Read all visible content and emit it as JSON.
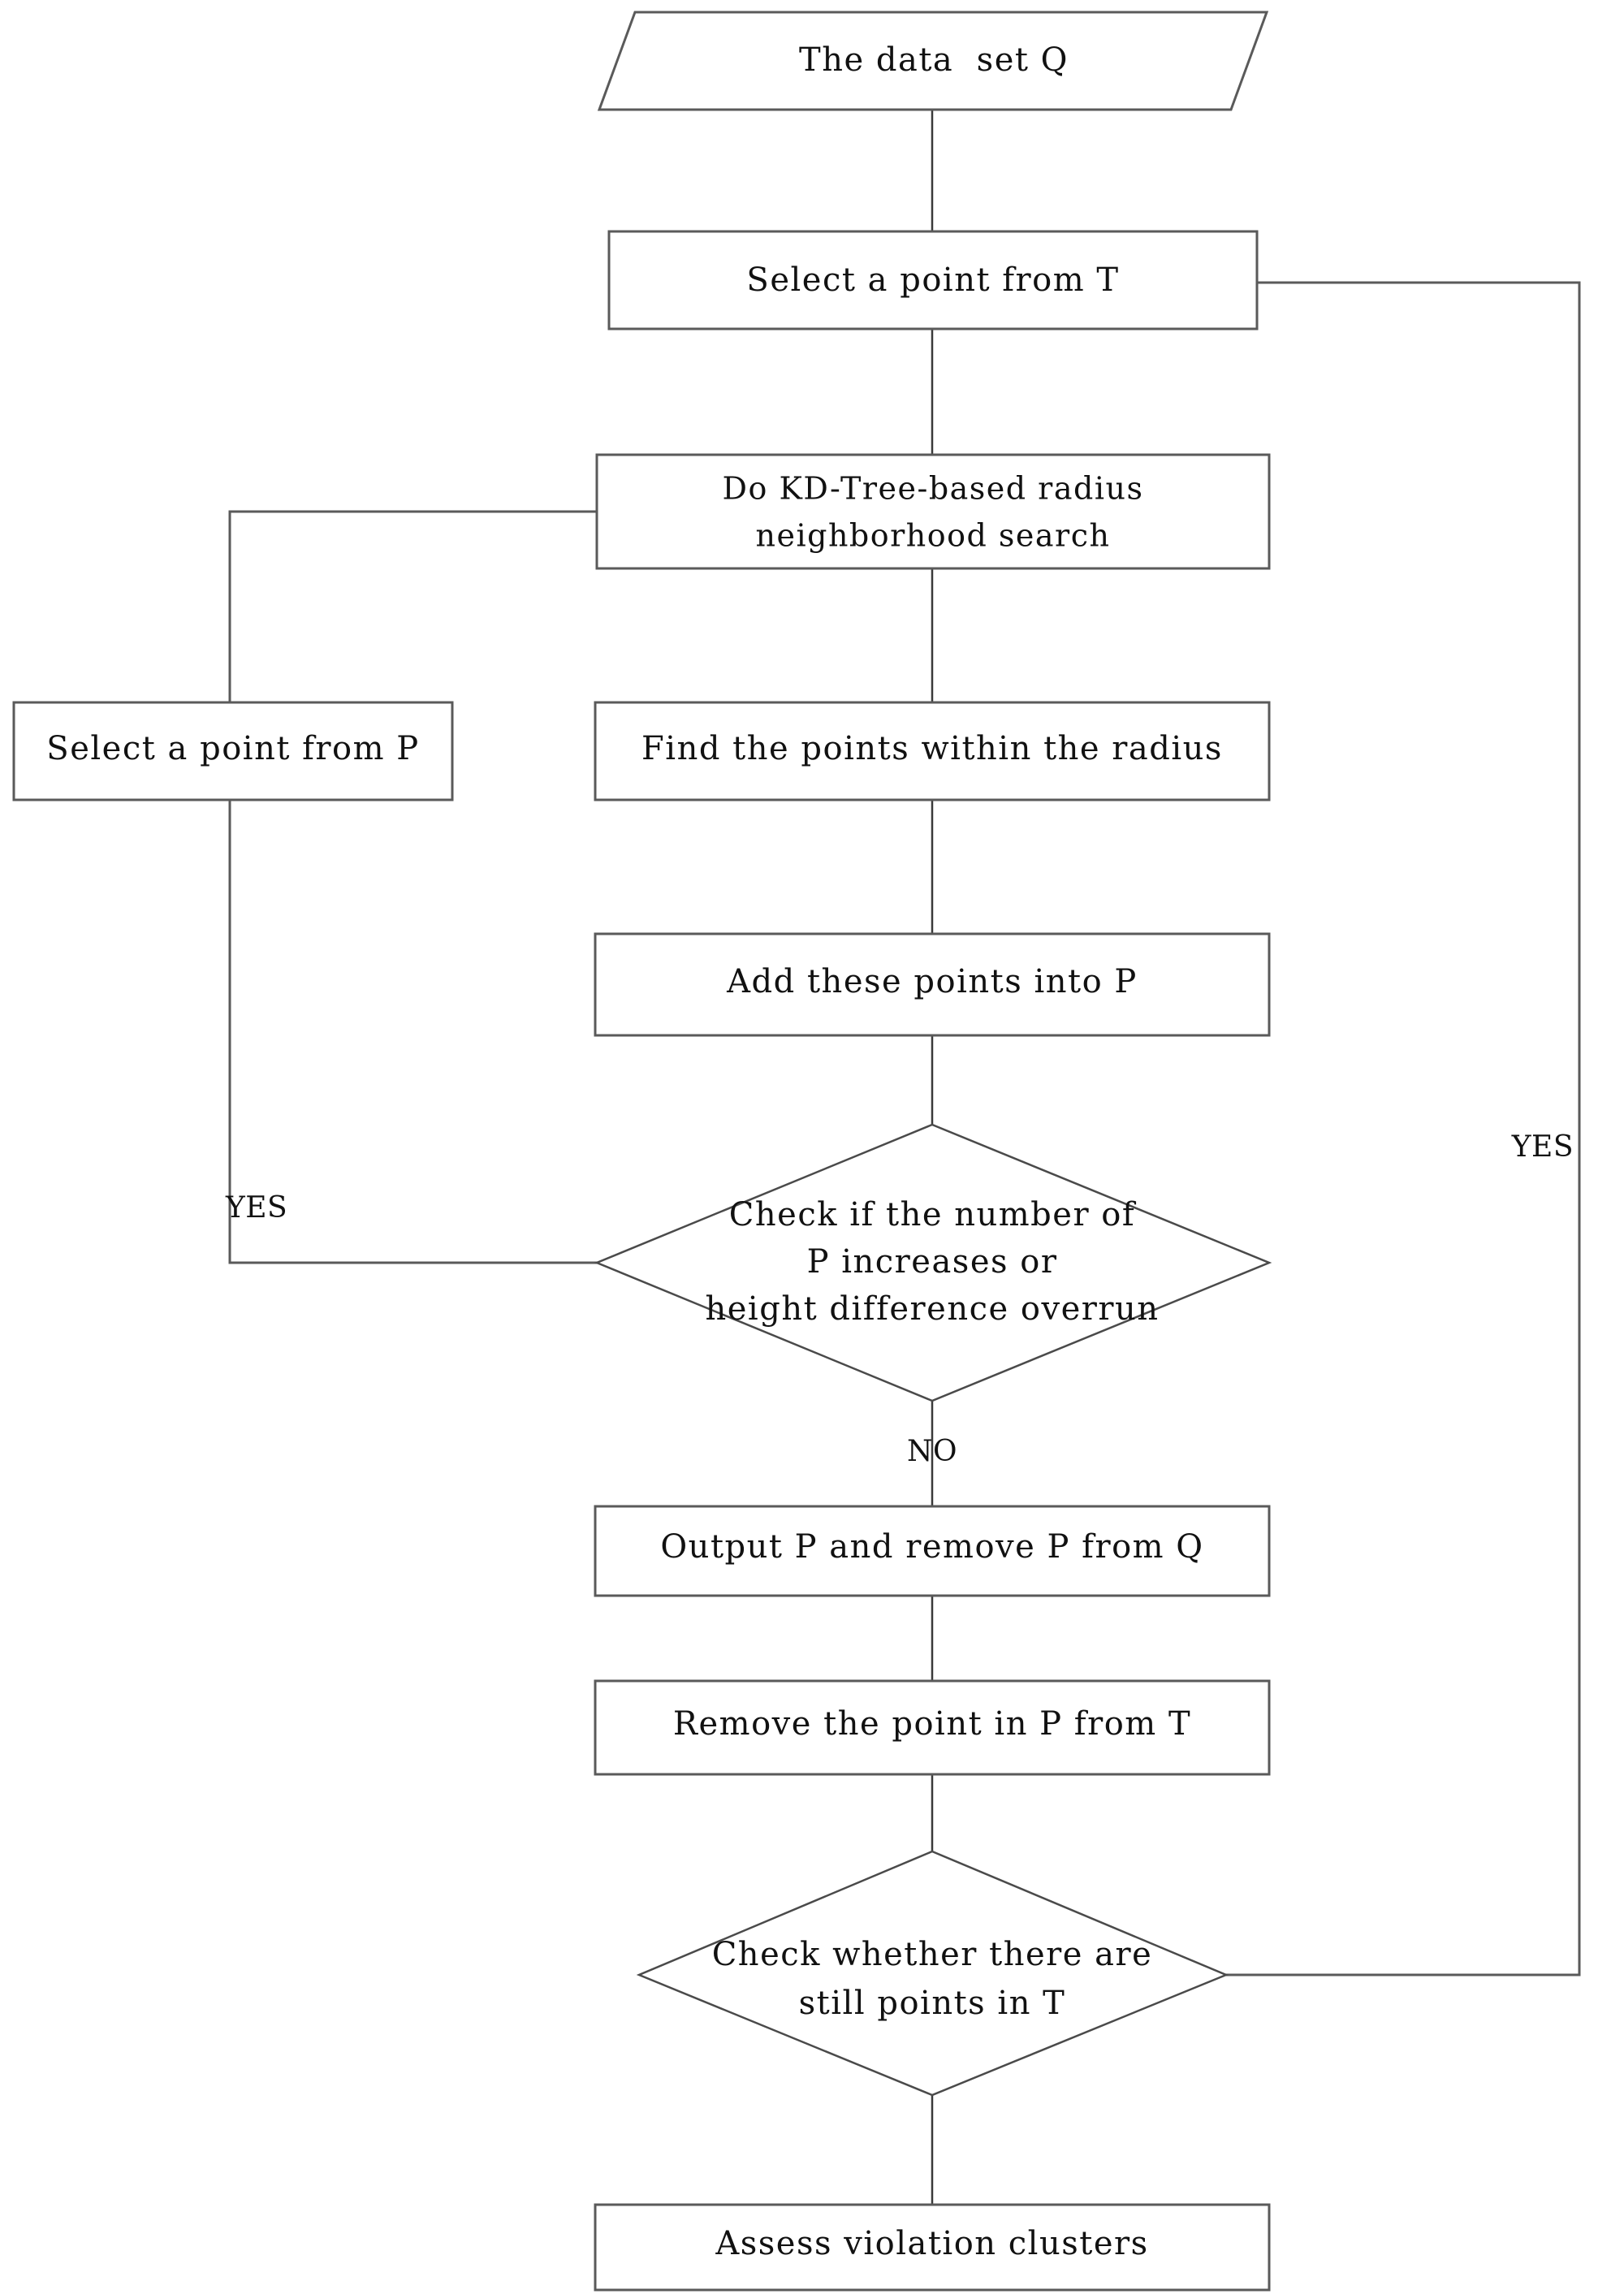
{
  "diagram": {
    "title": "Violation cluster extraction flowchart",
    "stroke_color": "#5a5a5a",
    "text_color": "#111111",
    "background_color": "#ffffff"
  },
  "nodes": {
    "data_set": {
      "label": "The data  set Q",
      "shape": "parallelogram"
    },
    "select_point_t": {
      "label": "Select a point from T",
      "shape": "process"
    },
    "kd_tree_search": {
      "label_line1": "Do KD-Tree-based radius",
      "label_line2": "neighborhood search",
      "shape": "process"
    },
    "select_point_p": {
      "label": "Select a point from P",
      "shape": "process"
    },
    "find_points": {
      "label": "Find the points within the radius",
      "shape": "process"
    },
    "add_points": {
      "label": "Add these points into P",
      "shape": "process"
    },
    "check_p_increase": {
      "label_line1": "Check if the number of",
      "label_line2": "P increases or",
      "label_line3": "height difference overrun",
      "shape": "decision"
    },
    "output_p": {
      "label": "Output P and remove P from Q",
      "shape": "process"
    },
    "remove_point": {
      "label": "Remove the point in P from T",
      "shape": "process"
    },
    "check_points_t": {
      "label_line1": "Check whether there are",
      "label_line2": "still points in T",
      "shape": "decision"
    },
    "assess_clusters": {
      "label": "Assess violation clusters",
      "shape": "process"
    }
  },
  "edge_labels": {
    "yes_left": "YES",
    "yes_right": "YES",
    "no_down": "NO"
  }
}
